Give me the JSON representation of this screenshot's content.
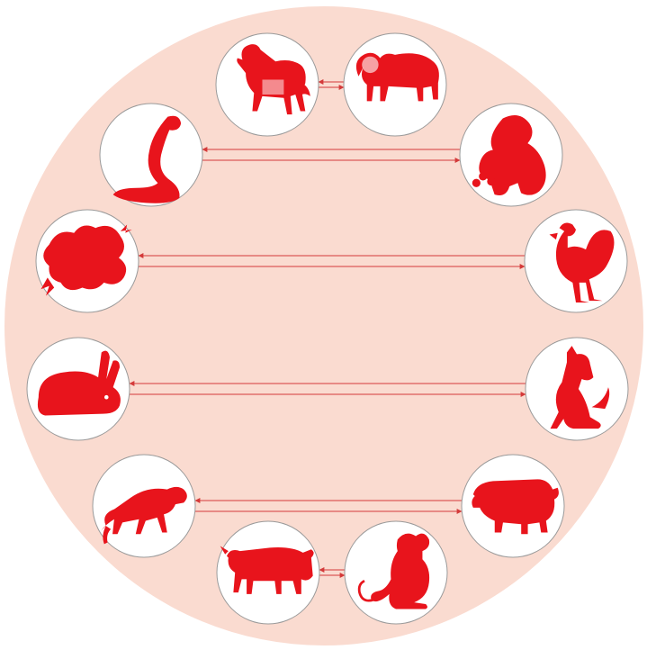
{
  "diagram": {
    "background_color": "#fadbd0",
    "medallion_fill": "#ffffff",
    "medallion_stroke": "#9a9a9a",
    "animal_color": "#e8141c",
    "connector_color": "#d43a3a",
    "animals": [
      {
        "id": "horse",
        "icon": "horse-icon"
      },
      {
        "id": "goat",
        "icon": "goat-icon"
      },
      {
        "id": "snake",
        "icon": "snake-icon"
      },
      {
        "id": "monkey",
        "icon": "monkey-icon"
      },
      {
        "id": "dragon",
        "icon": "dragon-icon"
      },
      {
        "id": "rooster",
        "icon": "rooster-icon"
      },
      {
        "id": "rabbit",
        "icon": "rabbit-icon"
      },
      {
        "id": "dog",
        "icon": "dog-icon"
      },
      {
        "id": "tiger",
        "icon": "tiger-icon"
      },
      {
        "id": "pig",
        "icon": "pig-icon"
      },
      {
        "id": "ox",
        "icon": "ox-icon"
      },
      {
        "id": "rat",
        "icon": "rat-icon"
      }
    ],
    "pairs": [
      [
        "horse",
        "goat"
      ],
      [
        "snake",
        "monkey"
      ],
      [
        "dragon",
        "rooster"
      ],
      [
        "rabbit",
        "dog"
      ],
      [
        "tiger",
        "pig"
      ],
      [
        "ox",
        "rat"
      ]
    ]
  }
}
